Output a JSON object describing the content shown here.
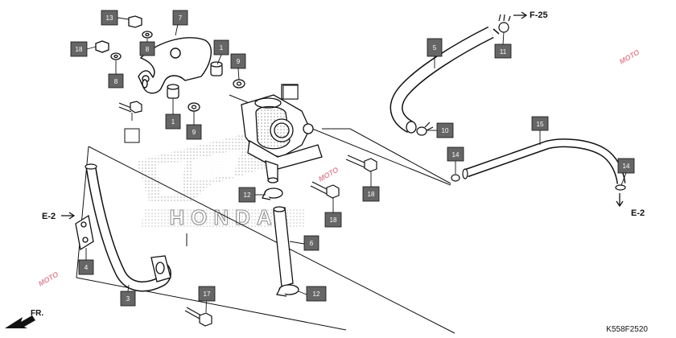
{
  "diagram": {
    "part_labels": [
      {
        "id": "l13",
        "text": "13"
      },
      {
        "id": "l7",
        "text": "7"
      },
      {
        "id": "l8a",
        "text": "8"
      },
      {
        "id": "l18a",
        "text": "18"
      },
      {
        "id": "l8b",
        "text": "8"
      },
      {
        "id": "l1a",
        "text": "1"
      },
      {
        "id": "l9a",
        "text": "9"
      },
      {
        "id": "l1b",
        "text": "1"
      },
      {
        "id": "l9b",
        "text": "9"
      },
      {
        "id": "l5",
        "text": "5"
      },
      {
        "id": "l11",
        "text": "11"
      },
      {
        "id": "l10",
        "text": "10"
      },
      {
        "id": "l15",
        "text": "15"
      },
      {
        "id": "l14a",
        "text": "14"
      },
      {
        "id": "l14b",
        "text": "14"
      },
      {
        "id": "l12a",
        "text": "12"
      },
      {
        "id": "l18b",
        "text": "18"
      },
      {
        "id": "l18c",
        "text": "18"
      },
      {
        "id": "l6",
        "text": "6"
      },
      {
        "id": "l12b",
        "text": "12"
      },
      {
        "id": "l4",
        "text": "4"
      },
      {
        "id": "l3",
        "text": "3"
      },
      {
        "id": "l17",
        "text": "17"
      }
    ],
    "references": {
      "f25": "F-25",
      "e2_left": "E-2",
      "e2_right": "E-2",
      "front": "FR."
    },
    "drawing_code": "K558F2520",
    "brand_logo": "HONDA",
    "watermark": "MOTO",
    "colors": {
      "label_fill": "#666666",
      "line": "#111111",
      "dot_pattern": "#9a9a9a",
      "watermark": "#c8102e"
    }
  }
}
